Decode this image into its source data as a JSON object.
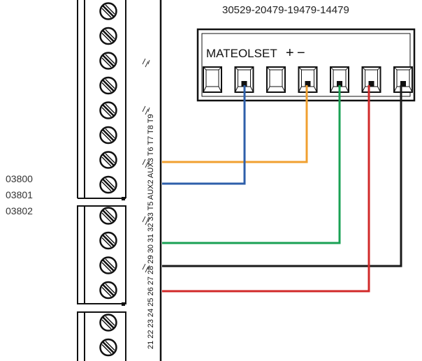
{
  "header": {
    "part_number": "30529-20479-19479-14479"
  },
  "side_codes": [
    "03800",
    "03801",
    "03802"
  ],
  "connector": {
    "label": "MATEOLSET",
    "plus": "+",
    "minus": "−",
    "pin_count": 7
  },
  "terminal_block": {
    "label_text": "21 22 23 24 25 26 27 28 29 30 31 32 33 T5 AUX2 AUX3 T6 T7 T8 T9",
    "screws_upper": 8,
    "screws_lower": 4,
    "screws_bottom": 2
  },
  "wires": [
    {
      "name": "orange-wire",
      "color": "#f0a030",
      "pin": 4
    },
    {
      "name": "blue-wire",
      "color": "#2e5faa",
      "pin": 2
    },
    {
      "name": "green-wire",
      "color": "#1aa154",
      "pin": 5
    },
    {
      "name": "black-wire",
      "color": "#1a1a1a",
      "pin": 7
    },
    {
      "name": "red-wire",
      "color": "#d12a2a",
      "pin": 6
    }
  ]
}
